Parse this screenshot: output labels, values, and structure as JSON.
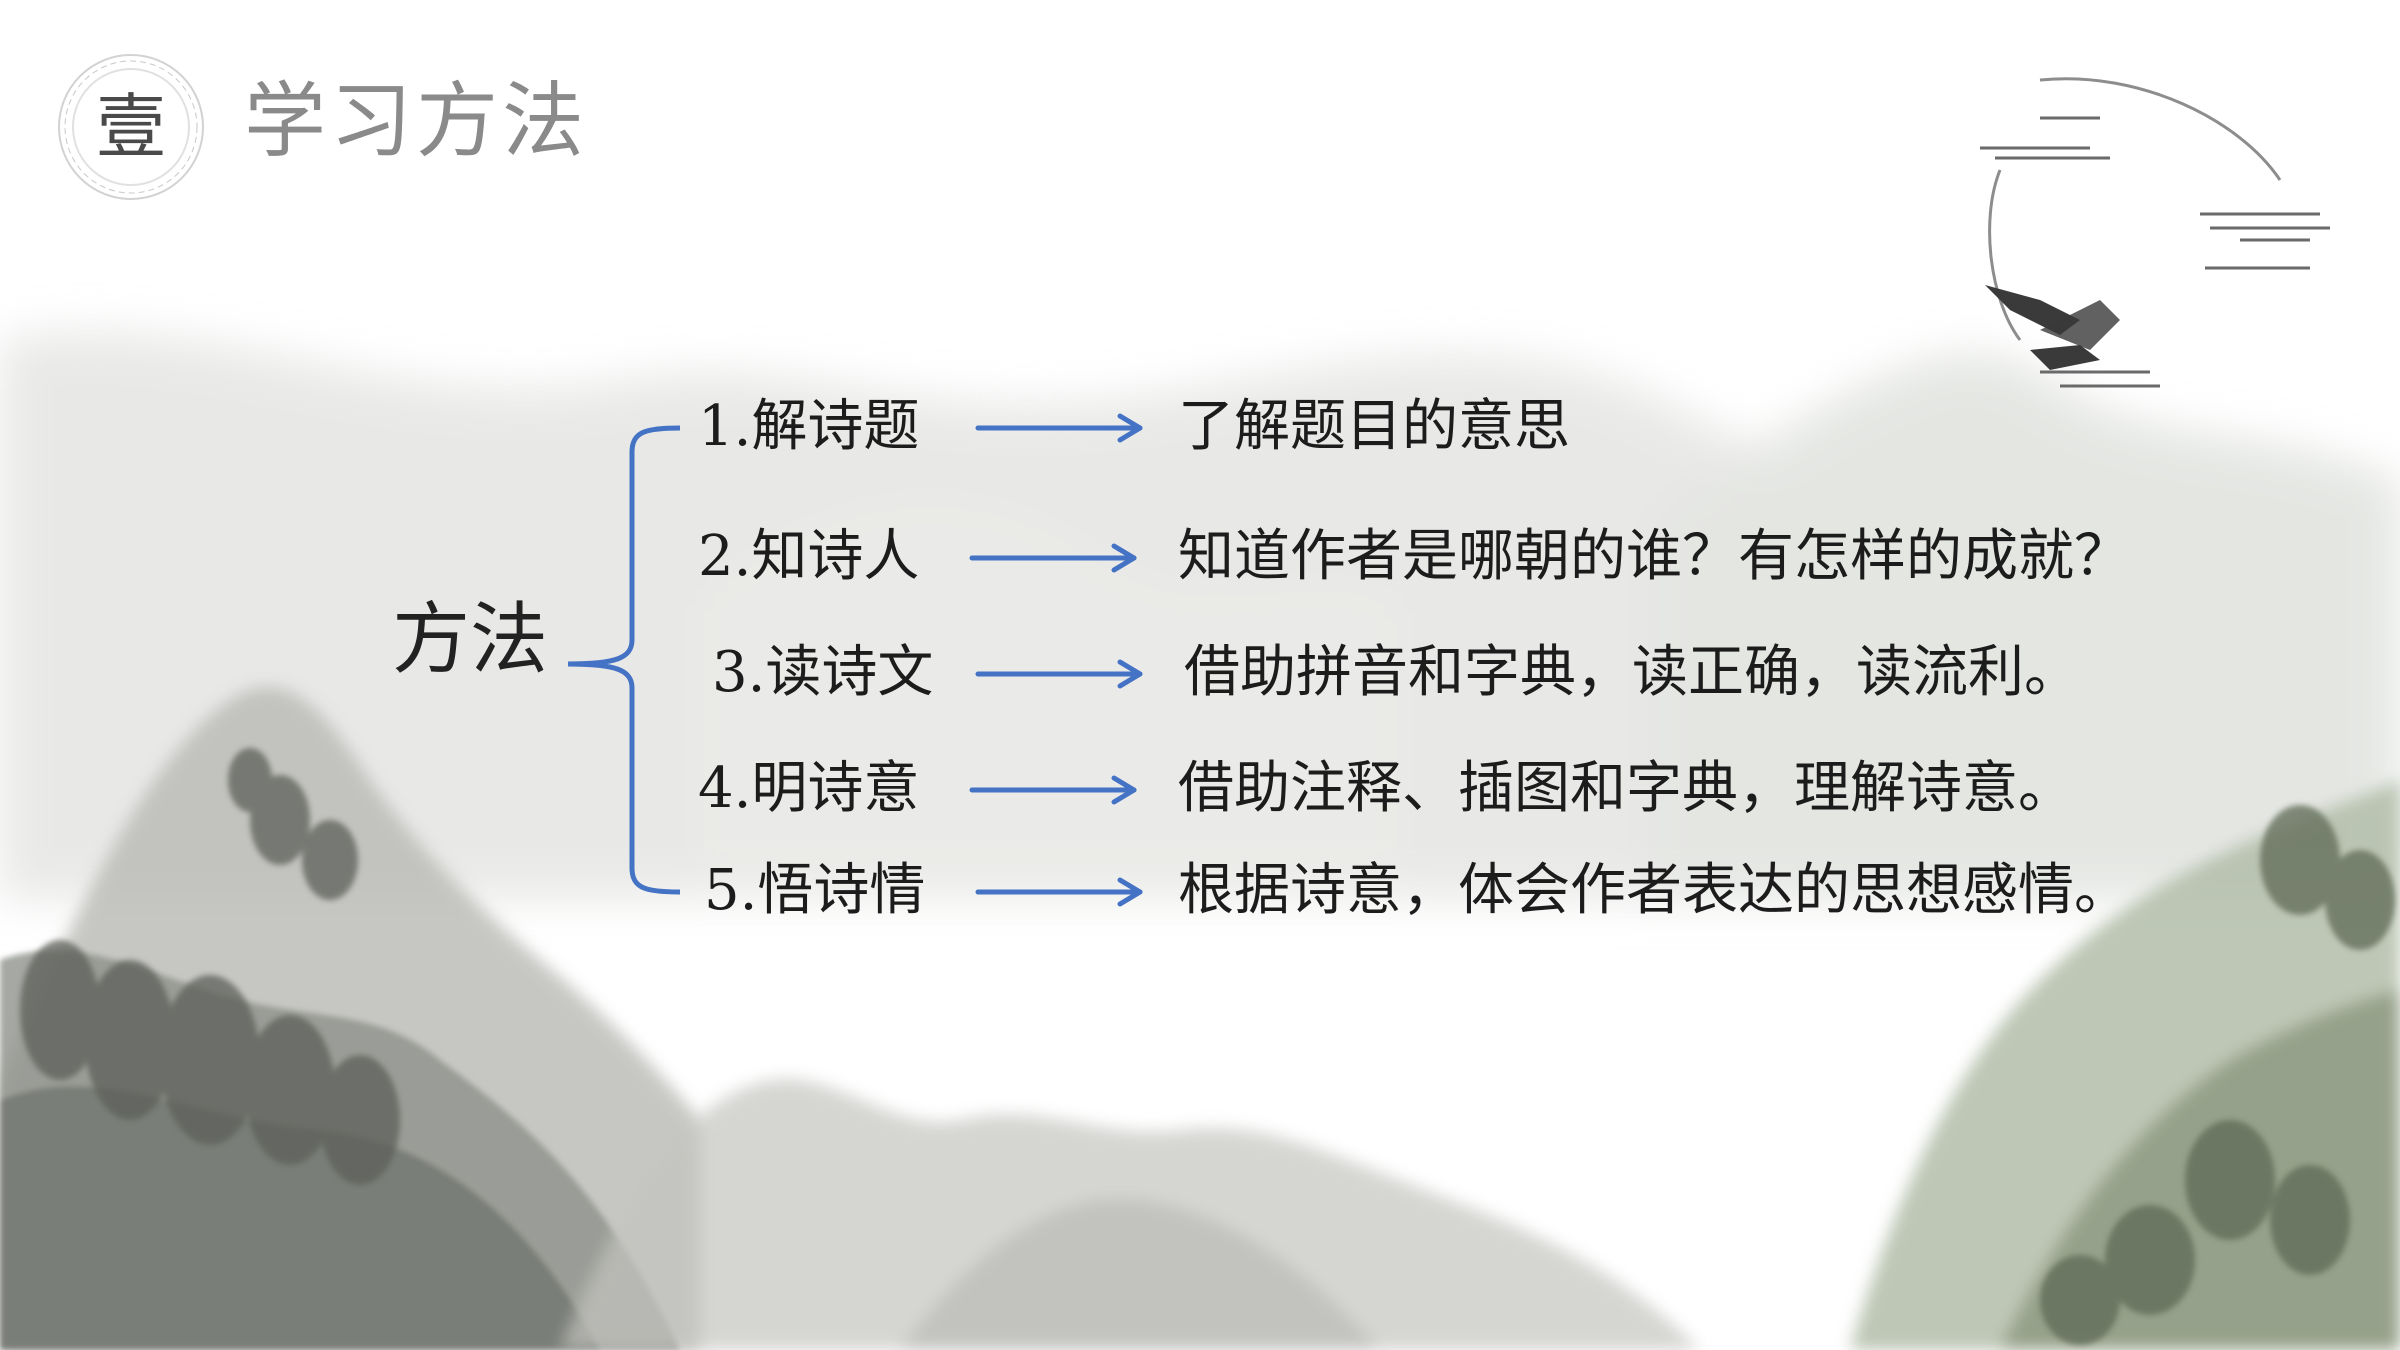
{
  "header": {
    "emblem_char": "壹",
    "title": "学习方法"
  },
  "diagram": {
    "center_label": "方法",
    "steps": [
      {
        "label": "1.解诗题",
        "description": "了解题目的意思"
      },
      {
        "label": "2.知诗人",
        "description": "知道作者是哪朝的谁？有怎样的成就？"
      },
      {
        "label": "3.读诗文",
        "description": "借助拼音和字典，读正确，读流利。"
      },
      {
        "label": "4.明诗意",
        "description": "借助注释、插图和字典，理解诗意。"
      },
      {
        "label": "5.悟诗情",
        "description": "根据诗意，体会作者表达的思想感情。"
      }
    ]
  },
  "colors": {
    "arrow": "#4472c4",
    "brace": "#4472c4",
    "title_gray": "#8a8a8a"
  }
}
